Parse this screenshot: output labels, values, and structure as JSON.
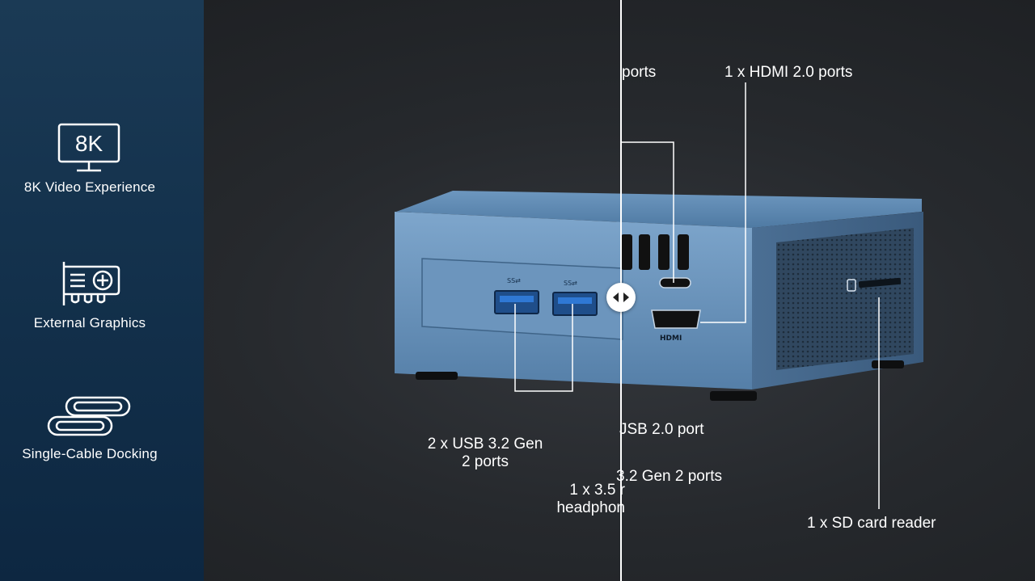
{
  "features": [
    {
      "icon": "8k-monitor-icon",
      "label": "8K Video Experience",
      "icon_text": "8K"
    },
    {
      "icon": "graphics-card-icon",
      "label": "External Graphics"
    },
    {
      "icon": "link-chain-icon",
      "label": "Single-Cable Docking"
    }
  ],
  "callouts": {
    "top_left_partial": "ports",
    "hdmi": "1 x HDMI 2.0 ports",
    "usb_front_line1": "2 x USB 3.2 Gen",
    "usb_front_line2": "2 ports",
    "usb20_partial": "JSB 2.0 port",
    "usb32_partial": "3.2 Gen 2 ports",
    "audio_line1": "1 x 3.5 r",
    "audio_line2": "headphon",
    "sd": "1 x SD card reader"
  },
  "device": {
    "port_label_hdmi": "HDMI"
  },
  "colors": {
    "sidebar_top": "#1b3a55",
    "sidebar_bottom": "#0d2741",
    "background": "#26292d",
    "device_blue": "#5b89b3",
    "text": "#ffffff"
  }
}
